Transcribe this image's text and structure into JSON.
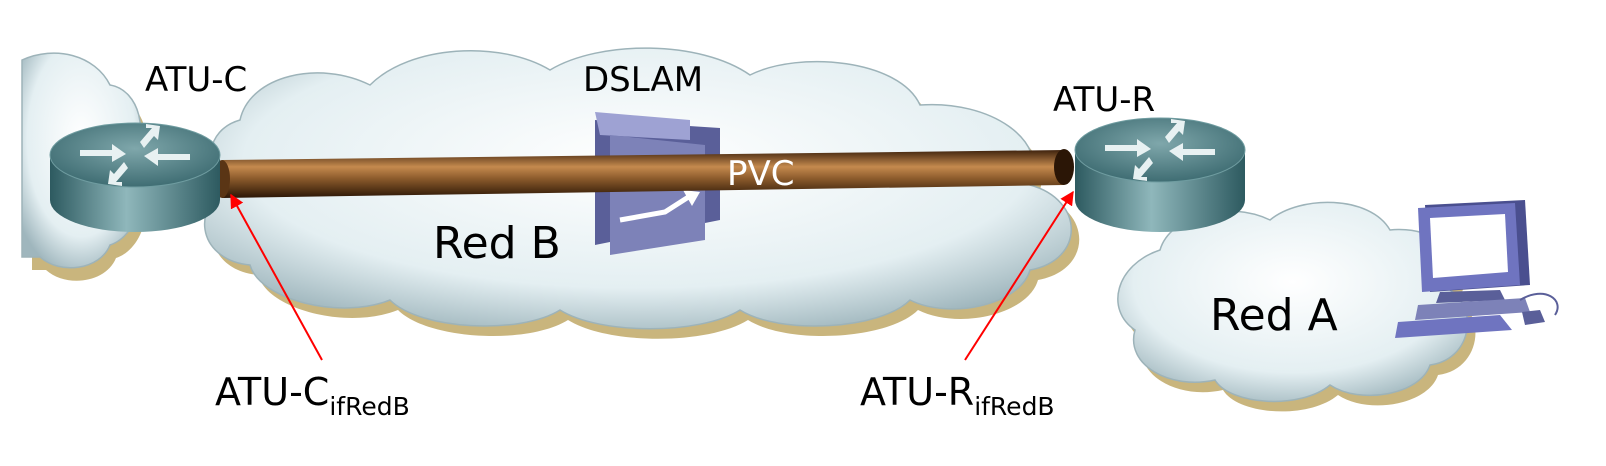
{
  "diagram": {
    "devices": {
      "atu_c": {
        "label": "ATU-C",
        "icon": "router-icon"
      },
      "dslam": {
        "label": "DSLAM",
        "icon": "dslam-switch-icon"
      },
      "atu_r": {
        "label": "ATU-R",
        "icon": "router-icon"
      },
      "host": {
        "icon": "computer-icon"
      }
    },
    "networks": {
      "red_b": {
        "label": "Red B"
      },
      "red_a": {
        "label": "Red A"
      }
    },
    "link": {
      "label": "PVC"
    },
    "interfaces": {
      "atu_c_if": {
        "main": "ATU-C",
        "sub": "ifRedB"
      },
      "atu_r_if": {
        "main": "ATU-R",
        "sub": "ifRedB"
      }
    },
    "colors": {
      "cloud": "#e6f1f3",
      "cloud_shadow": "#c9b57d",
      "router": "#4f7f86",
      "dslam": "#7d82b8",
      "pvc_tube": "#8b5a2b",
      "pointer": "#ff0000",
      "computer": "#6f74c0"
    }
  }
}
